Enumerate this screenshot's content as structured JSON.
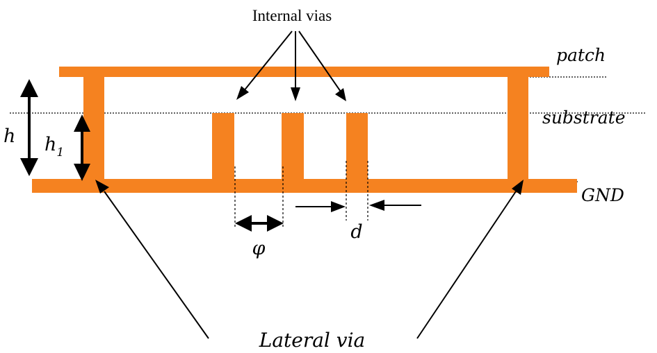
{
  "labels": {
    "internal_vias": "Internal vias",
    "patch": "patch",
    "substrate": "substrate",
    "gnd": "GND",
    "h": "h",
    "h1_base": "h",
    "h1_sub": "1",
    "phi": "φ",
    "d": "d",
    "lateral_via": "Lateral via"
  },
  "colors": {
    "metal": "#F58220",
    "line": "#000000",
    "background": "#ffffff"
  }
}
